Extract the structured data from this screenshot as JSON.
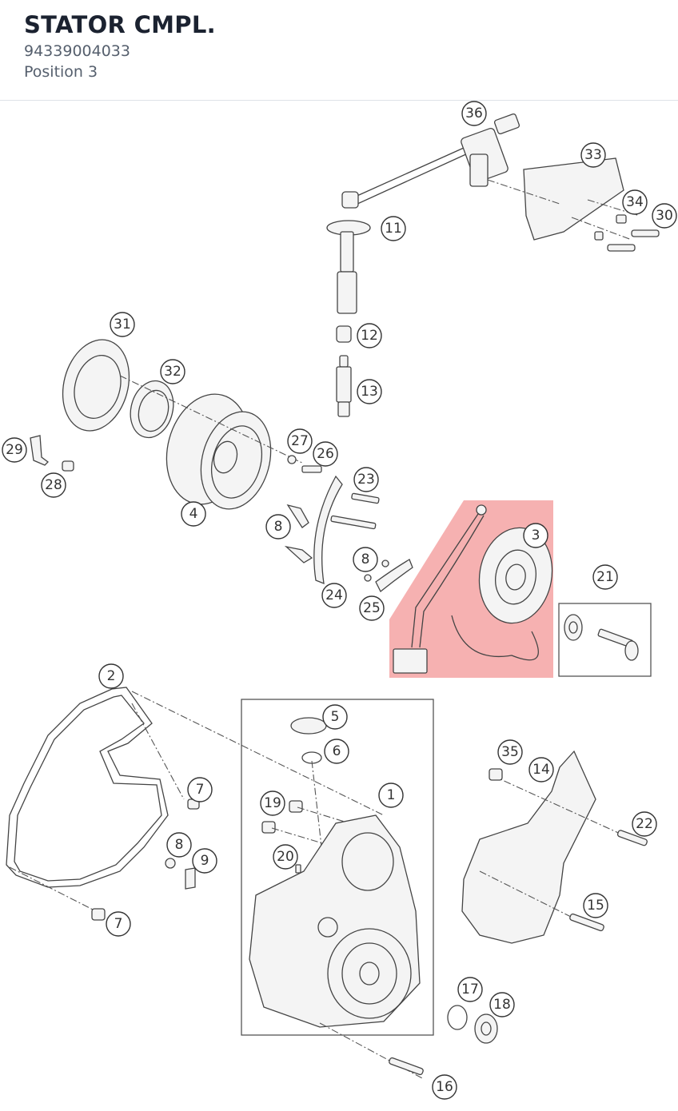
{
  "part": {
    "title": "STATOR CMPL.",
    "number": "94339004033",
    "position": "Position 3"
  },
  "diagram": {
    "highlight_color": "#f4a3a3",
    "highlighted_callout": "3",
    "callouts": [
      "36",
      "33",
      "34",
      "30",
      "11",
      "12",
      "13",
      "31",
      "32",
      "29",
      "28",
      "27",
      "26",
      "23",
      "4",
      "8",
      "8",
      "24",
      "25",
      "3",
      "21",
      "2",
      "5",
      "6",
      "7",
      "1",
      "19",
      "35",
      "14",
      "22",
      "8",
      "9",
      "20",
      "7",
      "15",
      "17",
      "18",
      "16"
    ]
  }
}
